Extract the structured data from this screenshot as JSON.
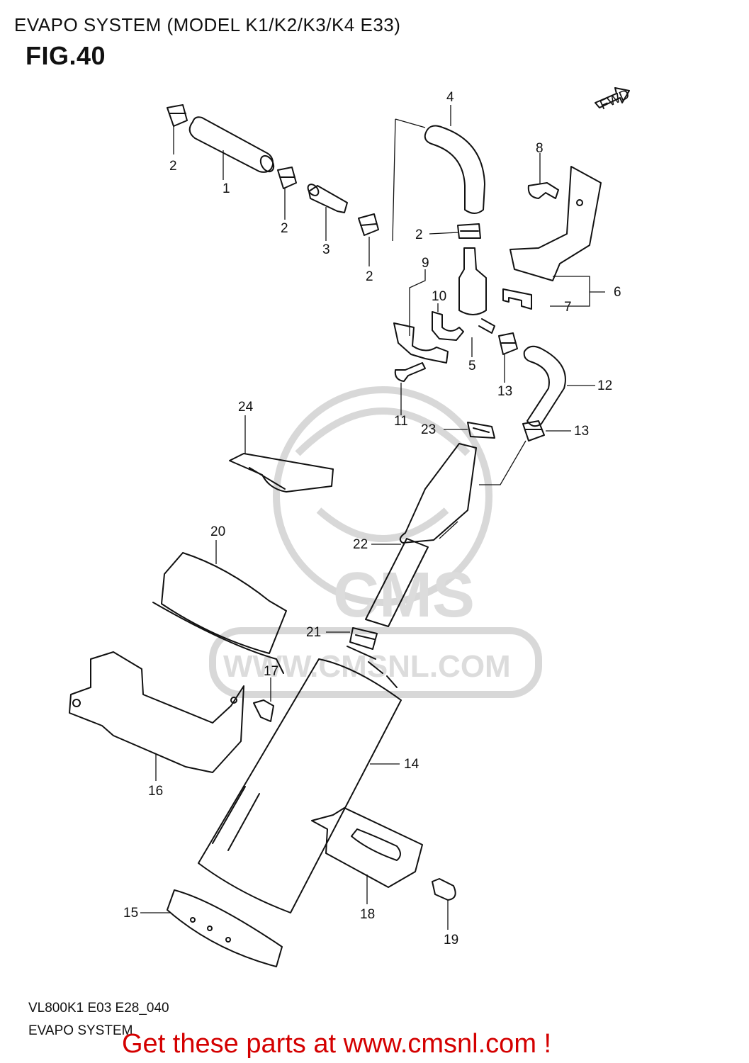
{
  "header": {
    "title": "EVAPO SYSTEM (MODEL K1/K2/K3/K4 E33)",
    "fig": "FIG.40"
  },
  "fwd_label": "FWD",
  "watermark": {
    "logo": "CMS",
    "url": "WWW.CMSNL.COM"
  },
  "part_labels": [
    "1",
    "2",
    "2",
    "2",
    "2",
    "3",
    "4",
    "5",
    "6",
    "7",
    "8",
    "9",
    "10",
    "11",
    "12",
    "13",
    "13",
    "14",
    "15",
    "16",
    "17",
    "18",
    "19",
    "20",
    "21",
    "22",
    "23",
    "24"
  ],
  "footer": {
    "code": "VL800K1 E03 E28_040",
    "name": "EVAPO SYSTEM"
  },
  "promo": "Get these parts at www.cmsnl.com !",
  "colors": {
    "line": "#111111",
    "promo": "#d40000",
    "watermark": "#d8d8d8"
  }
}
